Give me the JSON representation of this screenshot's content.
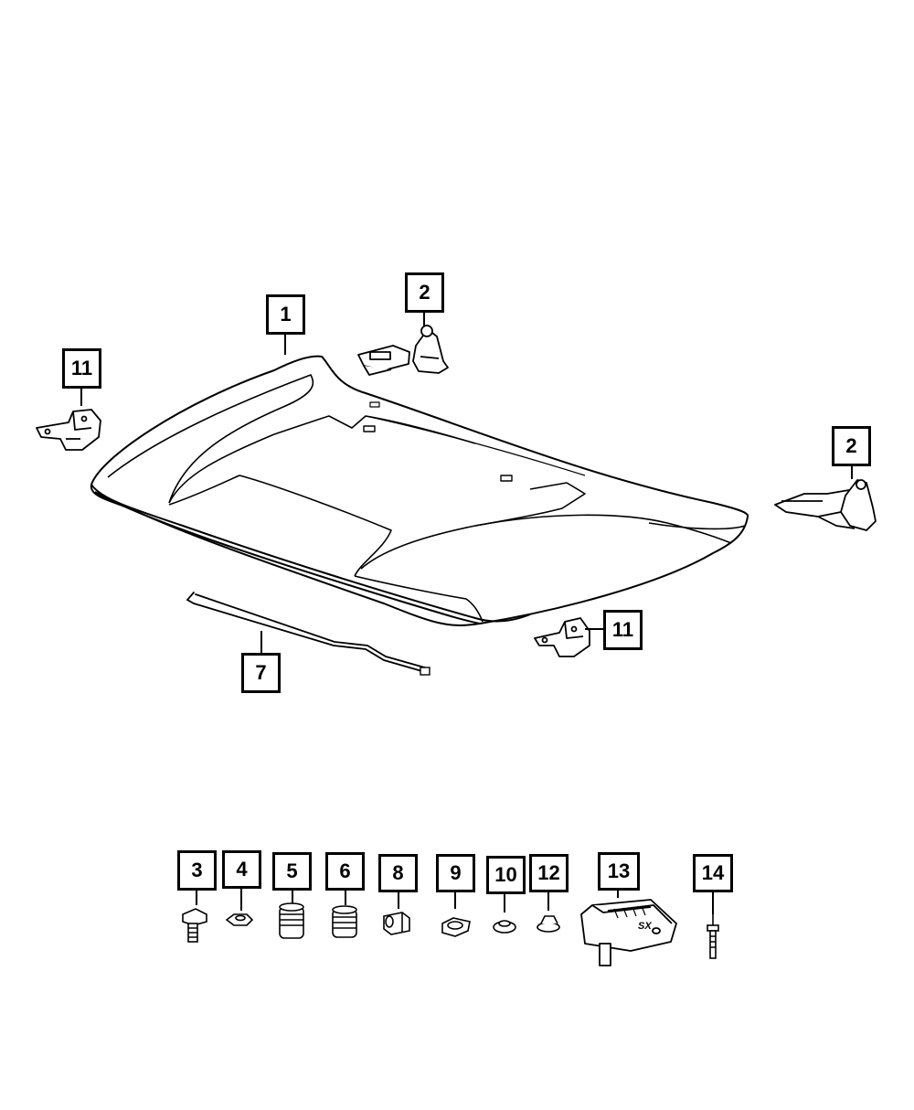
{
  "diagram": {
    "callouts": {
      "hood": "1",
      "hinge_top": "2",
      "hinge_right": "2",
      "bolt": "3",
      "nut": "4",
      "bumper_a": "5",
      "bumper_b": "6",
      "prop_rod": "7",
      "clip": "8",
      "grommet_plate": "9",
      "grommet_round": "10",
      "striker_left": "11",
      "striker_right": "11",
      "nut_flange": "12",
      "hood_scoop": "13",
      "rivet": "14"
    },
    "scoop_badge": "SX"
  },
  "colors": {
    "line": "#000000",
    "background": "#ffffff",
    "fill": "#ffffff",
    "shade": "#e6e6e6"
  }
}
